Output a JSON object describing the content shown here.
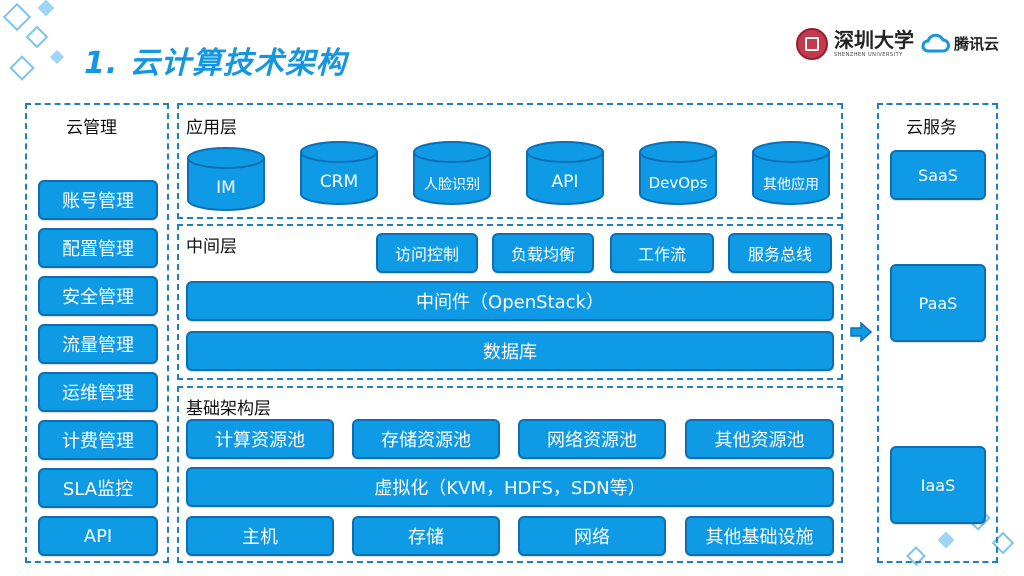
{
  "title": "1. 云计算技术架构",
  "logos": {
    "szu_name": "深圳大学",
    "szu_sub": "SHENZHEN UNIVERSITY",
    "tencent": "腾讯云"
  },
  "cloud_management": {
    "label": "云管理",
    "items": [
      "账号管理",
      "配置管理",
      "安全管理",
      "流量管理",
      "运维管理",
      "计费管理",
      "SLA监控",
      "API"
    ]
  },
  "application_layer": {
    "label": "应用层",
    "items": [
      "IM",
      "CRM",
      "人脸识别",
      "API",
      "DevOps",
      "其他应用"
    ]
  },
  "middle_layer": {
    "label": "中间层",
    "modules": [
      "访问控制",
      "负载均衡",
      "工作流",
      "服务总线"
    ],
    "middleware": "中间件（OpenStack）",
    "database": "数据库"
  },
  "infrastructure_layer": {
    "label": "基础架构层",
    "pools": [
      "计算资源池",
      "存储资源池",
      "网络资源池",
      "其他资源池"
    ],
    "virtualization": "虚拟化（KVM，HDFS，SDN等）",
    "hardware": [
      "主机",
      "存储",
      "网络",
      "其他基础设施"
    ]
  },
  "cloud_services": {
    "label": "云服务",
    "items": [
      "SaaS",
      "PaaS",
      "IaaS"
    ]
  },
  "colors": {
    "accent": "#1596e0",
    "button_fill": "#0f9ae6",
    "border": "#1f7fc4"
  }
}
